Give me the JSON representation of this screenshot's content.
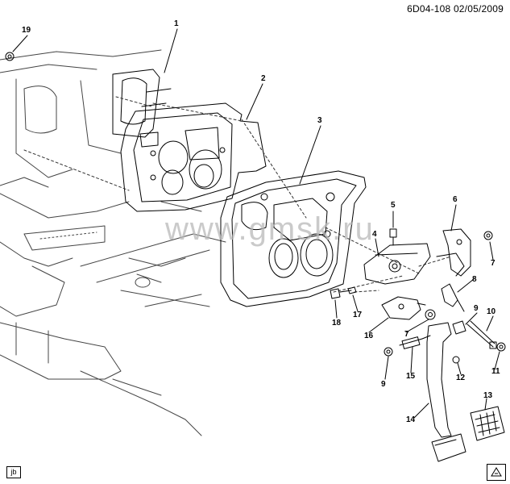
{
  "header": {
    "diagram_id": "6D04-108",
    "date": "02/05/2009"
  },
  "watermark": "www.gmsk.ru",
  "callouts": [
    "1",
    "2",
    "3",
    "4",
    "5",
    "6",
    "7",
    "7",
    "7",
    "8",
    "9",
    "9",
    "10",
    "11",
    "12",
    "13",
    "14",
    "15",
    "16",
    "17",
    "18",
    "19"
  ],
  "corner_tag": "jb",
  "colors": {
    "line": "#000000",
    "background": "#ffffff",
    "watermark": "#b9b9b9"
  }
}
